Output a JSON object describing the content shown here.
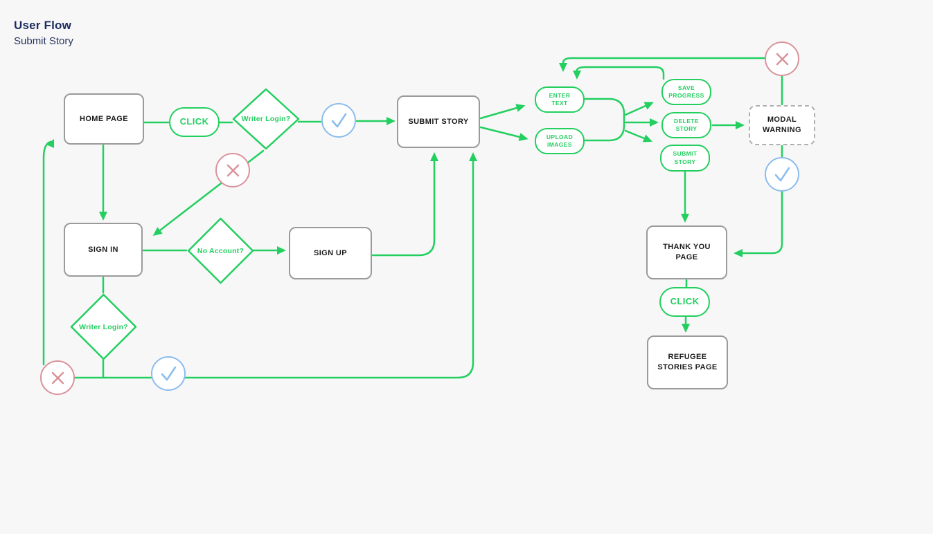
{
  "header": {
    "title": "User Flow",
    "subtitle": "Submit Story"
  },
  "colors": {
    "background": "#F7F7F8",
    "flow_green": "#22CF5F",
    "fail_rose": "#D9929A",
    "success_blue": "#8BBCEC",
    "border_gray": "#9A9A9A",
    "label_black": "#1A1A1A",
    "title_navy": "#1C2B5E",
    "subtitle_navy": "#27355F"
  },
  "icons": {
    "fail": "x-icon",
    "success": "check-icon"
  },
  "nodes": {
    "home_page": {
      "label": "HOME PAGE"
    },
    "click_1": {
      "label": "CLICK"
    },
    "writer_login_top": {
      "label": "Writer Login?"
    },
    "submit_story_page": {
      "label": "SUBMIT STORY"
    },
    "enter_text": {
      "label": "ENTER\nTEXT"
    },
    "upload_images": {
      "label": "UPLOAD\nIMAGES"
    },
    "save_progress": {
      "label": "SAVE\nPROGRESS"
    },
    "delete_story": {
      "label": "DELETE\nSTORY"
    },
    "submit_story_action": {
      "label": "SUBMIT\nSTORY"
    },
    "modal_warning": {
      "label": "MODAL\nWARNING"
    },
    "thank_you_page": {
      "label": "THANK YOU\nPAGE"
    },
    "click_2": {
      "label": "CLICK"
    },
    "refugee_stories_page": {
      "label": "REFUGEE\nSTORIES PAGE"
    },
    "sign_in": {
      "label": "SIGN IN"
    },
    "no_account": {
      "label": "No Account?"
    },
    "sign_up": {
      "label": "SIGN UP"
    },
    "writer_login_bottom": {
      "label": "Writer Login?"
    }
  }
}
